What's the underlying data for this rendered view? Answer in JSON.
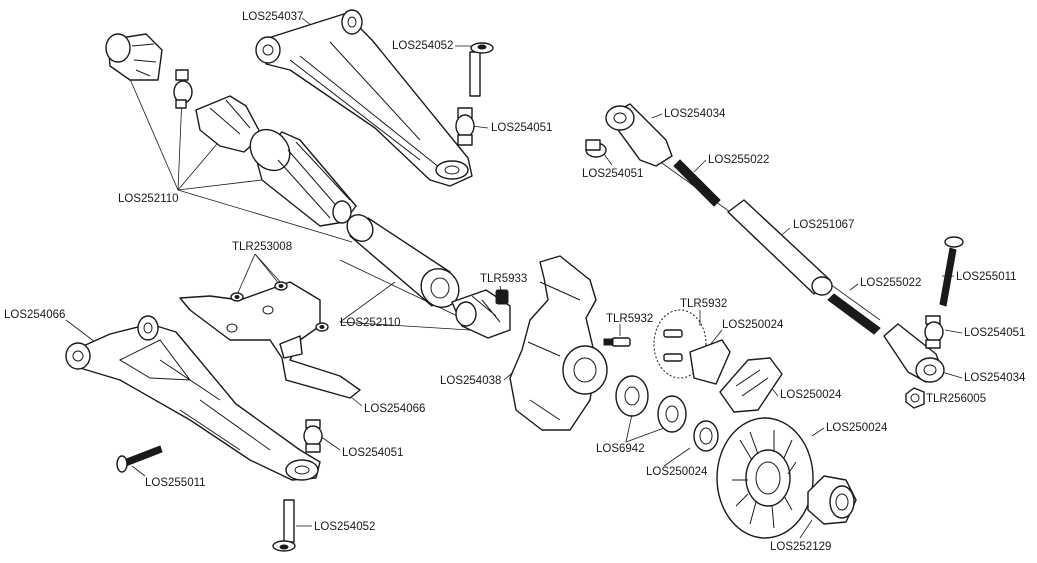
{
  "labels": [
    {
      "id": "los254037",
      "text": "LOS254037"
    },
    {
      "id": "los254052_top",
      "text": "LOS254052"
    },
    {
      "id": "los254051_top",
      "text": "LOS254051"
    },
    {
      "id": "los254034_top",
      "text": "LOS254034"
    },
    {
      "id": "los254051_mid",
      "text": "LOS254051"
    },
    {
      "id": "los255022_top",
      "text": "LOS255022"
    },
    {
      "id": "los252110_left",
      "text": "LOS252110"
    },
    {
      "id": "los251067",
      "text": "LOS251067"
    },
    {
      "id": "tlr253008",
      "text": "TLR253008"
    },
    {
      "id": "tlr5933",
      "text": "TLR5933"
    },
    {
      "id": "los255022_right",
      "text": "LOS255022"
    },
    {
      "id": "los255011_right",
      "text": "LOS255011"
    },
    {
      "id": "los254066_left",
      "text": "LOS254066"
    },
    {
      "id": "tlr5932_top",
      "text": "TLR5932"
    },
    {
      "id": "los252110_mid",
      "text": "LOS252110"
    },
    {
      "id": "tlr5932_mid",
      "text": "TLR5932"
    },
    {
      "id": "los250024_a",
      "text": "LOS250024"
    },
    {
      "id": "los254051_right",
      "text": "LOS254051"
    },
    {
      "id": "los254038",
      "text": "LOS254038"
    },
    {
      "id": "los254034_right",
      "text": "LOS254034"
    },
    {
      "id": "los250024_b",
      "text": "LOS250024"
    },
    {
      "id": "tlr256005",
      "text": "TLR256005"
    },
    {
      "id": "los254066_mid",
      "text": "LOS254066"
    },
    {
      "id": "los250024_c",
      "text": "LOS250024"
    },
    {
      "id": "los6942",
      "text": "LOS6942"
    },
    {
      "id": "los254051_low",
      "text": "LOS254051"
    },
    {
      "id": "los250024_d",
      "text": "LOS250024"
    },
    {
      "id": "los255011_low",
      "text": "LOS255011"
    },
    {
      "id": "los254052_low",
      "text": "LOS254052"
    },
    {
      "id": "los252129",
      "text": "LOS252129"
    }
  ]
}
